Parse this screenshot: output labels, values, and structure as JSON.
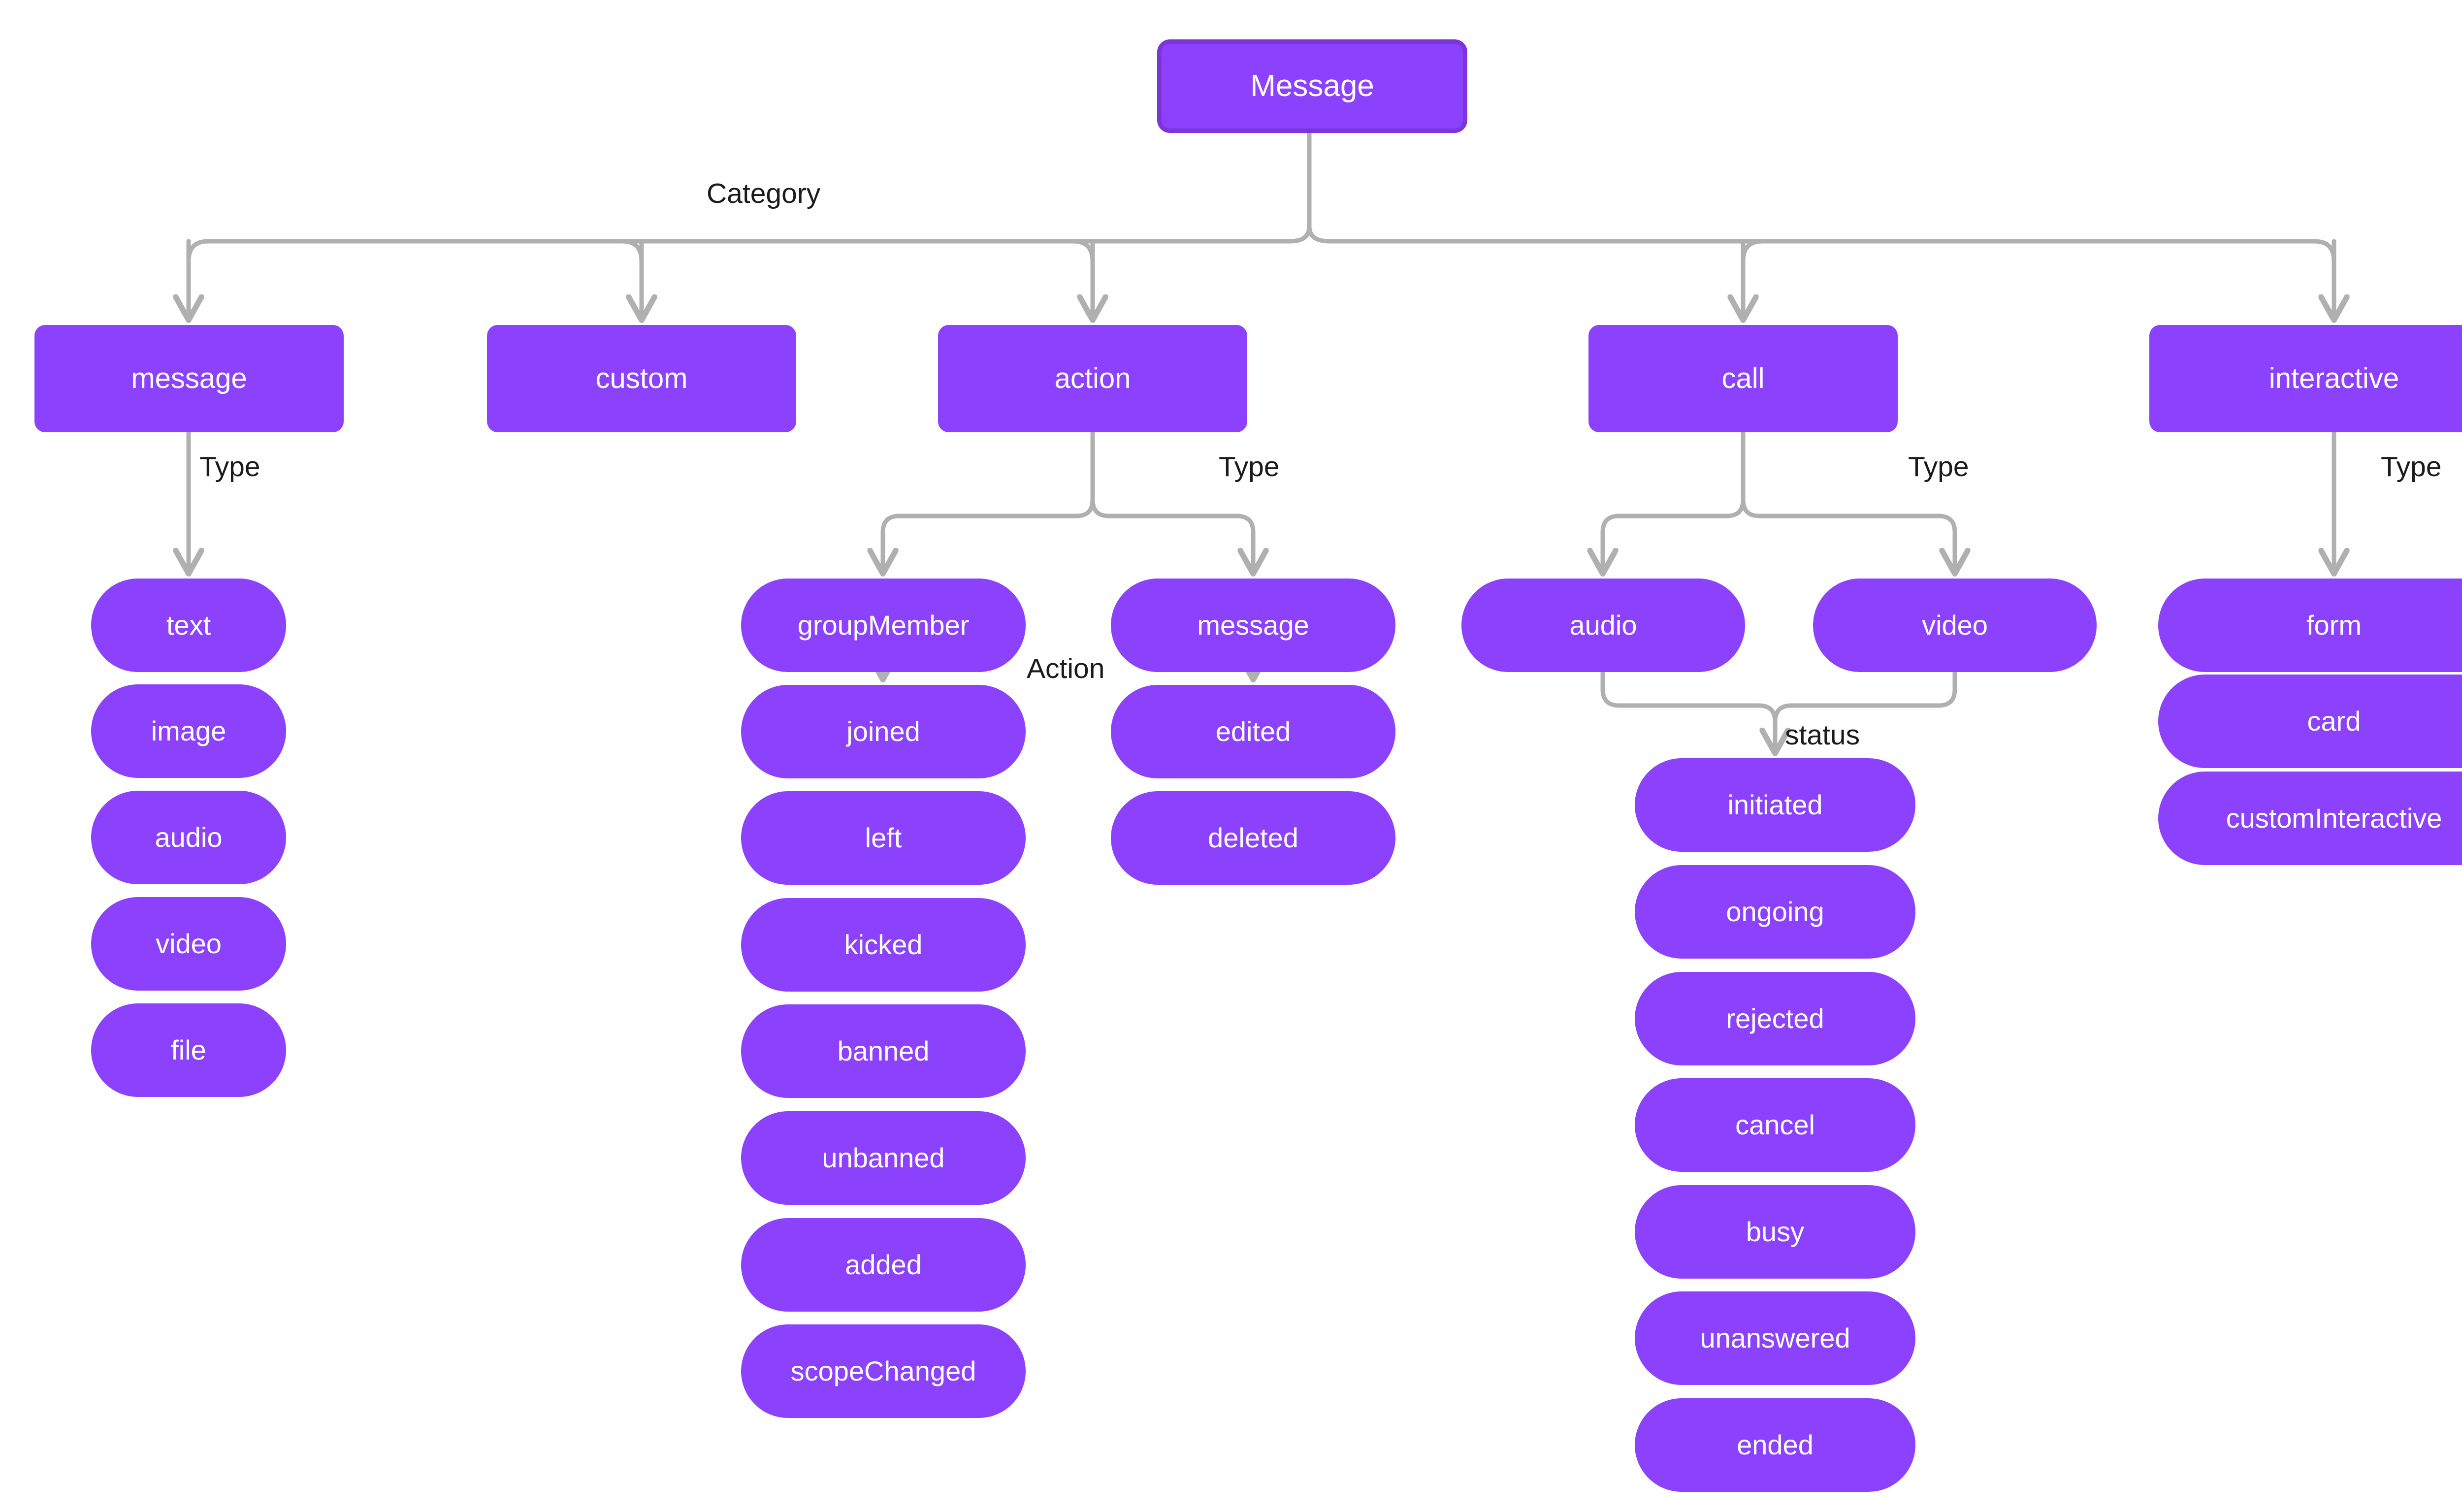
{
  "diagram": {
    "title": "Message",
    "colors": {
      "node_fill": "#8C42FC",
      "root_border": "#7B35D8",
      "node_text": "#FFFFFF",
      "edge_line": "#B0B0B0",
      "label_text": "#1B1B1B",
      "background": "#FFFFFF"
    },
    "root": {
      "label": "Message"
    },
    "edge_labels": {
      "category": "Category",
      "type_message": "Type",
      "type_action": "Type",
      "type_call": "Type",
      "type_interactive": "Type",
      "action_groupmember": "Action",
      "status_call": "status"
    },
    "categories": [
      {
        "key": "message",
        "label": "message"
      },
      {
        "key": "custom",
        "label": "custom"
      },
      {
        "key": "action",
        "label": "action"
      },
      {
        "key": "call",
        "label": "call"
      },
      {
        "key": "interactive",
        "label": "interactive"
      }
    ],
    "message_types": [
      {
        "label": "text"
      },
      {
        "label": "image"
      },
      {
        "label": "audio"
      },
      {
        "label": "video"
      },
      {
        "label": "file"
      }
    ],
    "action_types": [
      {
        "label": "groupMember"
      },
      {
        "label": "message"
      }
    ],
    "group_member_actions": [
      {
        "label": "joined"
      },
      {
        "label": "left"
      },
      {
        "label": "kicked"
      },
      {
        "label": "banned"
      },
      {
        "label": "unbanned"
      },
      {
        "label": "added"
      },
      {
        "label": "scopeChanged"
      }
    ],
    "message_actions": [
      {
        "label": "edited"
      },
      {
        "label": "deleted"
      }
    ],
    "call_types": [
      {
        "label": "audio"
      },
      {
        "label": "video"
      }
    ],
    "call_statuses": [
      {
        "label": "initiated"
      },
      {
        "label": "ongoing"
      },
      {
        "label": "rejected"
      },
      {
        "label": "cancel"
      },
      {
        "label": "busy"
      },
      {
        "label": "unanswered"
      },
      {
        "label": "ended"
      }
    ],
    "interactive_types": [
      {
        "label": "form"
      },
      {
        "label": "card"
      },
      {
        "label": "customInteractive"
      }
    ]
  }
}
